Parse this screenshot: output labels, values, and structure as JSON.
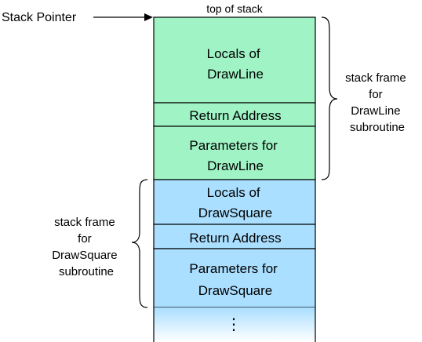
{
  "pointer": {
    "label": "Stack Pointer"
  },
  "stack": {
    "top_label": "top of stack",
    "colors": {
      "green": "#9ff3c4",
      "blue": "#aadfff",
      "border": "#000000"
    },
    "cells": [
      {
        "lines": [
          "Locals of",
          "DrawLine"
        ],
        "color": "green"
      },
      {
        "lines": [
          "Return Address"
        ],
        "color": "green"
      },
      {
        "lines": [
          "Parameters for",
          "DrawLine"
        ],
        "color": "green"
      },
      {
        "lines": [
          "Locals of",
          "DrawSquare"
        ],
        "color": "blue"
      },
      {
        "lines": [
          "Return Address"
        ],
        "color": "blue"
      },
      {
        "lines": [
          "Parameters for",
          "DrawSquare"
        ],
        "color": "blue"
      },
      {
        "lines": [
          "⋮"
        ],
        "color": "fade"
      }
    ]
  },
  "frames": [
    {
      "lines": [
        "stack frame",
        "for",
        "DrawLine",
        "subroutine"
      ]
    },
    {
      "lines": [
        "stack frame",
        "for",
        "DrawSquare",
        "subroutine"
      ]
    }
  ]
}
